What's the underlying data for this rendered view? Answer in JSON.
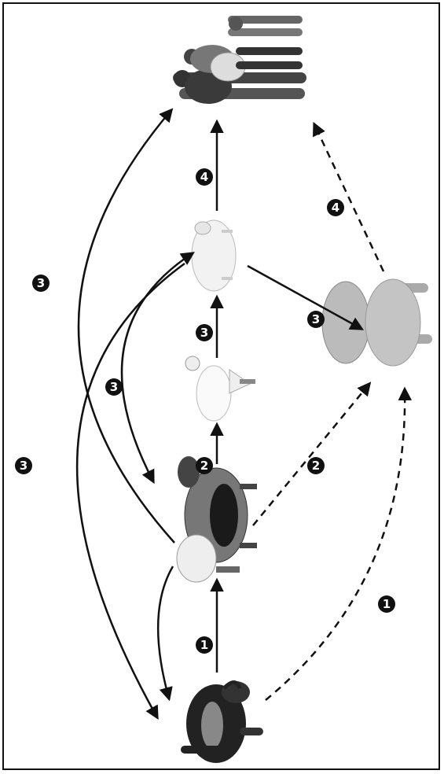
{
  "badges": {
    "step1_solid": "1",
    "step1_dashed": "1",
    "step2_solid": "2",
    "step2_dashed": "2",
    "step3_solid_a": "3",
    "step3_solid_b": "3",
    "step3_arc_left": "3",
    "step3_arc_far_left": "3",
    "step3_arc_long": "3",
    "step4_solid": "4",
    "step4_dashed": "4"
  },
  "colors": {
    "arrow": "#111111",
    "badge_fill": "#111111",
    "frame": "#111111"
  }
}
